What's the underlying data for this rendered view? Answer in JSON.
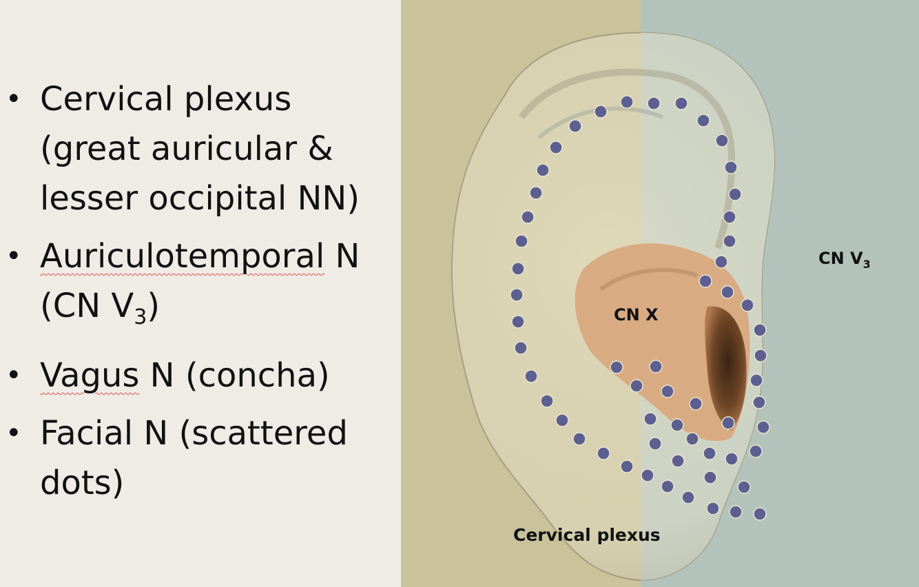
{
  "bullets": [
    {
      "text": "Cervical plexus (great auricular & lesser occipital NN)"
    },
    {
      "main": "Auriculotemporal",
      "rest": " N",
      "paren_open": "(CN V",
      "sub": "3",
      "paren_close": ")"
    },
    {
      "main": "Vagus",
      "rest": " N (concha)"
    },
    {
      "text": "Facial N (scattered dots)"
    }
  ],
  "diagram": {
    "label_cn_v3": "CN V",
    "label_cn_v3_sub": "3",
    "label_cn_x": "CN X",
    "label_cervical": "Cervical plexus"
  },
  "colors": {
    "left_background": "#efece6",
    "region_cervical": "#c9c29b",
    "region_cn_v3": "#b3c3bb",
    "region_cn_x": "#d8ab82",
    "dots": "#5c5f8f"
  }
}
